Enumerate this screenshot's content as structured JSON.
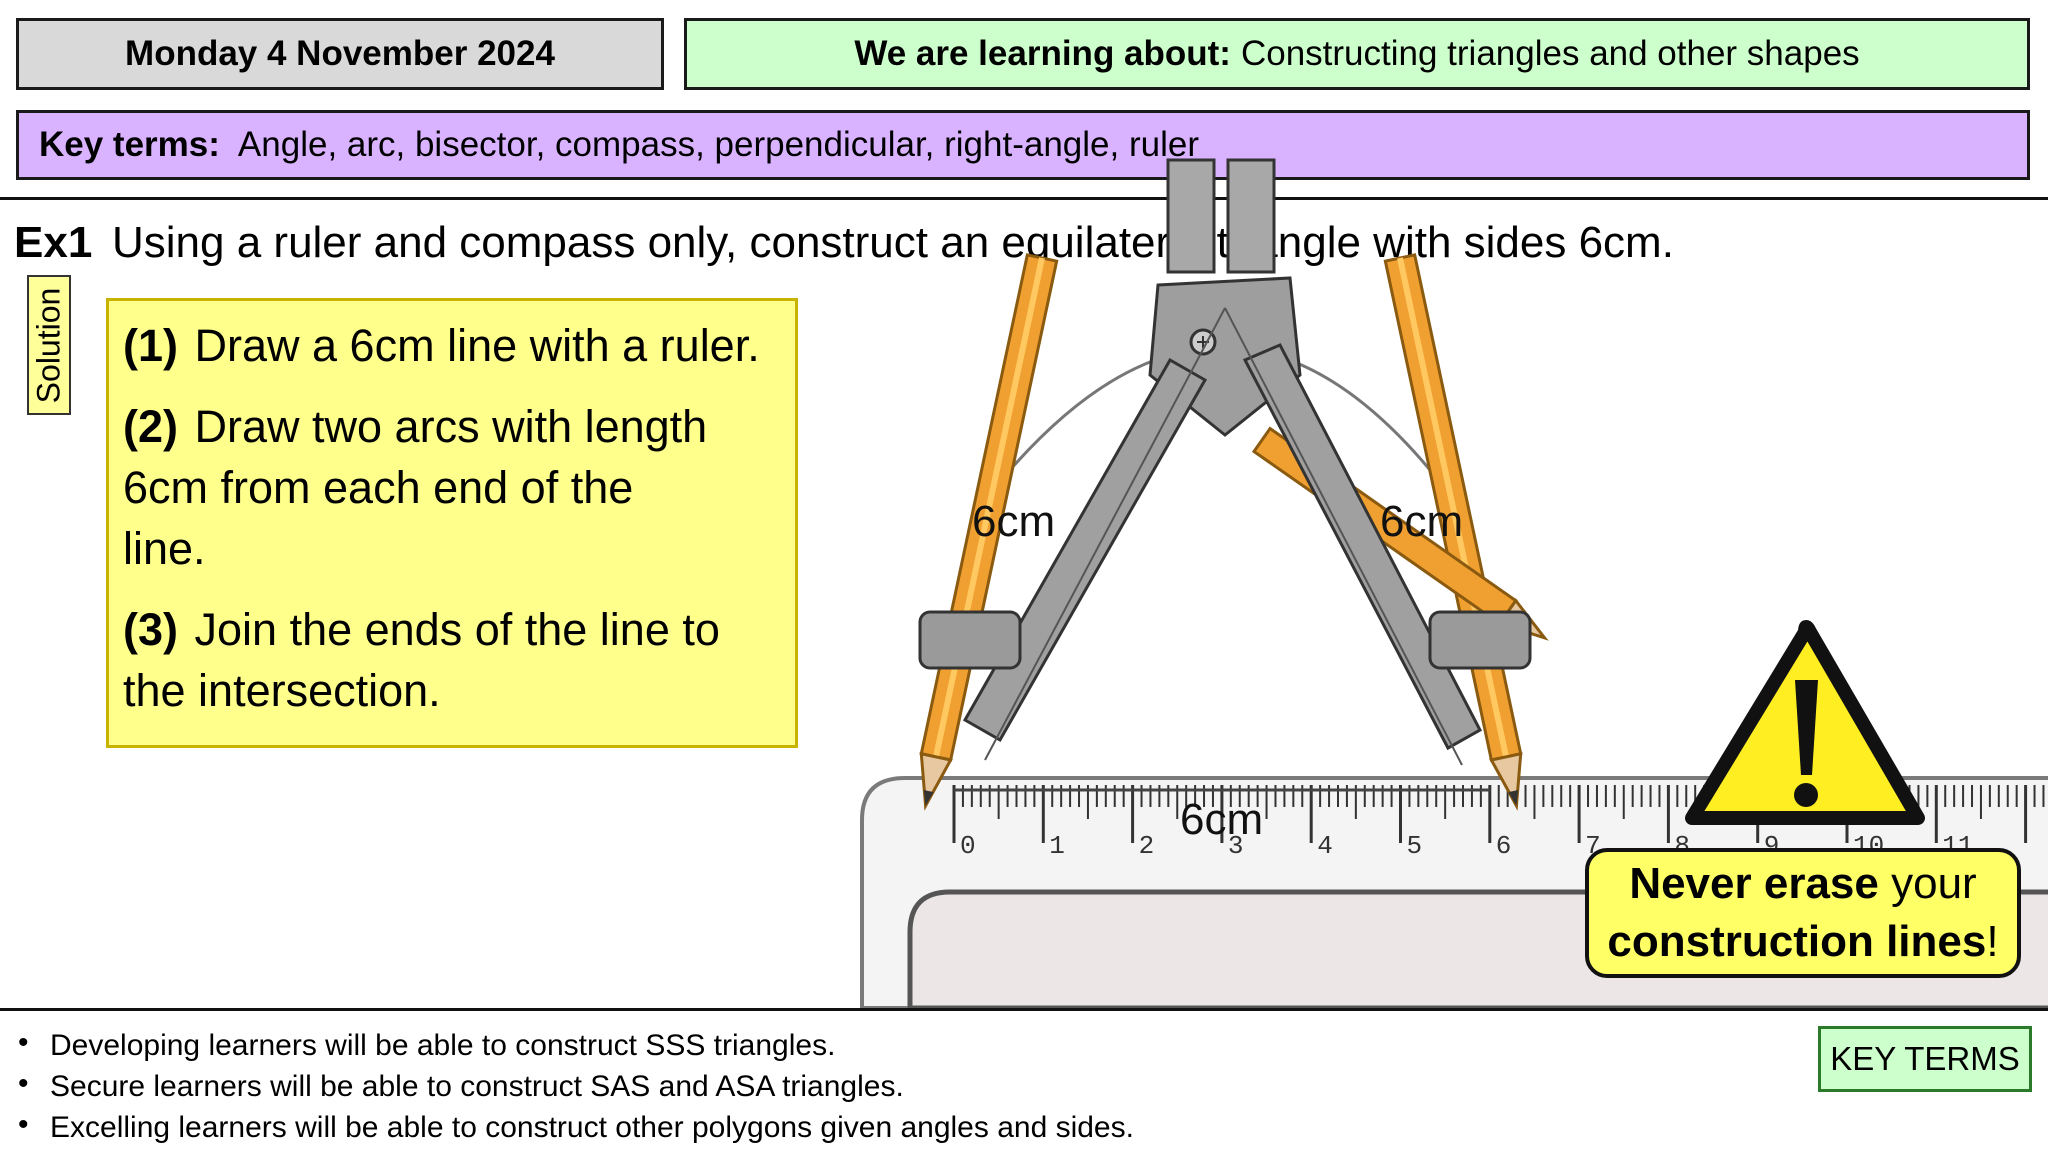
{
  "header": {
    "date": "Monday 4 November 2024",
    "learning_label": "We are learning about:",
    "learning_topic": "Constructing triangles and other shapes",
    "key_terms_label": "Key terms:",
    "key_terms": "Angle, arc, bisector, compass, perpendicular, right-angle, ruler"
  },
  "example": {
    "label": "Ex1",
    "question": "Using a ruler and compass only, construct an equilateral triangle with sides 6cm.",
    "solution_tab": "Solution"
  },
  "steps": [
    {
      "number": "(1)",
      "text": "Draw a 6cm line with a ruler."
    },
    {
      "number": "(2)",
      "text": "Draw two arcs with length 6cm from each end of the line."
    },
    {
      "number": "(3)",
      "text": "Join the ends of the line to the intersection."
    }
  ],
  "diagram": {
    "side_left": "6cm",
    "side_right": "6cm",
    "side_base": "6cm",
    "ruler_numbers": [
      "0",
      "1",
      "2",
      "3",
      "4",
      "5",
      "6",
      "7",
      "8",
      "9",
      "10",
      "11"
    ]
  },
  "warning": {
    "icon": "warning-triangle-icon",
    "bold1": "Never erase",
    "normal1": "your",
    "bold2": "construction lines",
    "normal2": "!"
  },
  "objectives": [
    "Developing learners will be able to construct SSS triangles.",
    "Secure learners will be able to construct SAS and ASA triangles.",
    "Excelling learners will be able to construct other polygons given angles and sides."
  ],
  "key_terms_button": "KEY TERMS",
  "colors": {
    "date_bg": "#d9d9d9",
    "learning_bg": "#ccffcc",
    "key_terms_bg": "#d9b3ff",
    "steps_bg": "#ffff8c",
    "warning_bg": "#ffff66",
    "pencil": "#f0a030",
    "compass": "#9a9a9a"
  }
}
